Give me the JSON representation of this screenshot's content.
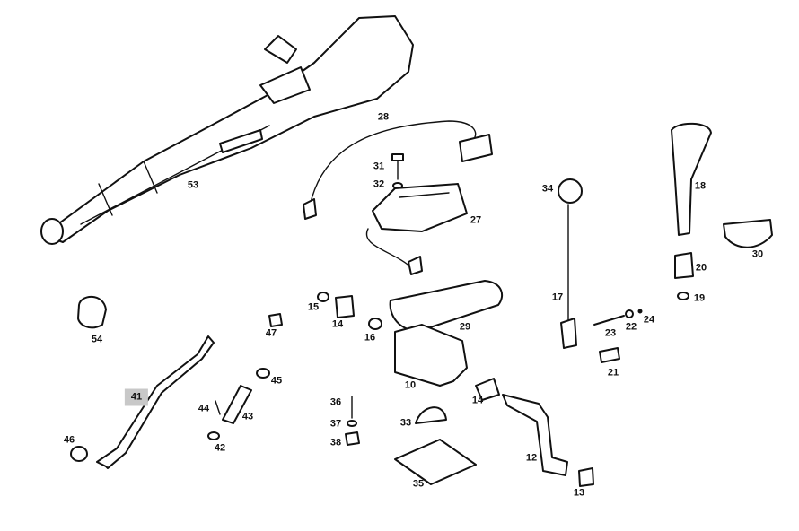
{
  "diagram": {
    "labels": [
      "53",
      "28",
      "31",
      "32",
      "27",
      "34",
      "18",
      "20",
      "30",
      "19",
      "17",
      "22",
      "24",
      "23",
      "21",
      "54",
      "47",
      "15",
      "14",
      "16",
      "29",
      "10",
      "45",
      "41",
      "44",
      "43",
      "42",
      "36",
      "37",
      "38",
      "33",
      "35",
      "14",
      "12",
      "13",
      "46"
    ],
    "highlighted": "41"
  }
}
